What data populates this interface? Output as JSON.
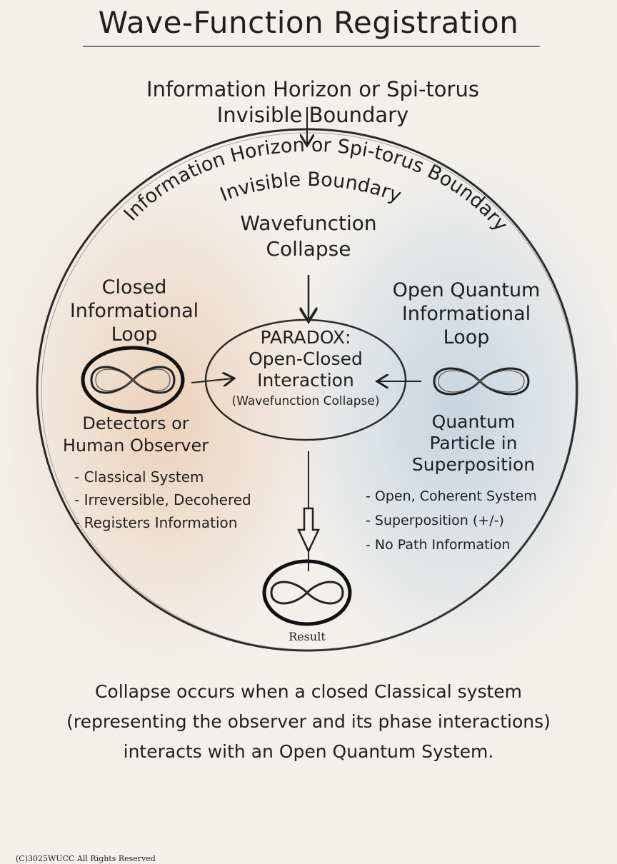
{
  "title": "Wave-Function Registration",
  "top_label": {
    "line1": "Information Horizon or Spi-torus",
    "line2": "Invisible Boundary"
  },
  "arc_label_outer": "Information Horizon or Spi-torus Boundary",
  "arc_label_inner": "Invisible Boundary",
  "collapse_label": {
    "line1": "Wavefunction",
    "line2": "Collapse"
  },
  "left_group": {
    "heading": [
      "Closed",
      "Informational",
      "Loop"
    ],
    "caption": [
      "Detectors or",
      "Human Observer"
    ],
    "bullets": [
      "- Classical System",
      "- Irreversible, Decohered",
      "- Registers Information"
    ]
  },
  "center": {
    "title": "PARADOX:",
    "line2": "Open-Closed",
    "line3": "Interaction",
    "line4": "(Wavefunction Collapse)"
  },
  "right_group": {
    "heading": [
      "Open Quantum",
      "Informational",
      "Loop"
    ],
    "caption": [
      "Quantum",
      "Particle in",
      "Superposition"
    ],
    "bullets": [
      "- Open, Coherent System",
      "- Superposition (+/-)",
      "- No Path Information"
    ]
  },
  "result_label": "Result",
  "bottom_text": [
    "Collapse occurs when a closed Classical system",
    "(representing the observer and its phase interactions)",
    "interacts with an Open Quantum System."
  ],
  "copyright": "(C)3025WUCC All Rights Reserved",
  "colors": {
    "left_tint": "#e8b890",
    "right_tint": "#a9c2d8",
    "ink": "#1f1f1f"
  }
}
